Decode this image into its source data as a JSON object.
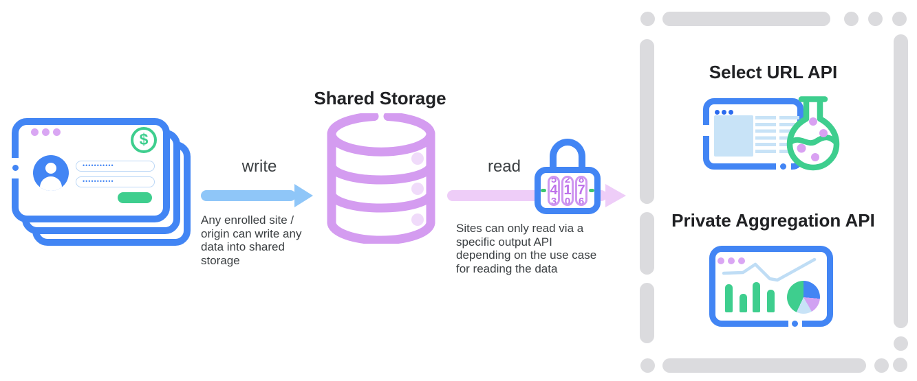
{
  "palette": {
    "blue": "#4285F4",
    "light_blue_arrow": "#8FC6F8",
    "pale_blue_fill": "#C8E3F7",
    "green": "#3ECE8E",
    "green_dash": "#3EC573",
    "purple_storage": "#D49CF0",
    "purple_dot": "#D9A6F3",
    "pink_arrow": "#EECDF8",
    "gray_dash": "#DBDBDE",
    "title_text": "#202124",
    "body_text": "#3C4043"
  },
  "login_stack": {
    "dollar_sign": "$",
    "password_value_1": "•••••••••••",
    "password_value_2": "•••••••••••"
  },
  "write_flow": {
    "label": "write",
    "description": "Any enrolled site /\norigin can write any\ndata into shared\nstorage"
  },
  "shared_storage": {
    "title": "Shared Storage"
  },
  "read_flow": {
    "label": "read",
    "description": "Sites can only read via a\nspecific output API\ndepending on the use case\nfor reading the data"
  },
  "lock": {
    "columns": [
      {
        "above": "5",
        "value": "4",
        "below": "3"
      },
      {
        "above": "2",
        "value": "1",
        "below": "0"
      },
      {
        "above": "8",
        "value": "7",
        "below": "6"
      }
    ]
  },
  "output_apis": {
    "select_url": {
      "title": "Select URL API"
    },
    "private_aggregation": {
      "title": "Private Aggregation API"
    }
  }
}
